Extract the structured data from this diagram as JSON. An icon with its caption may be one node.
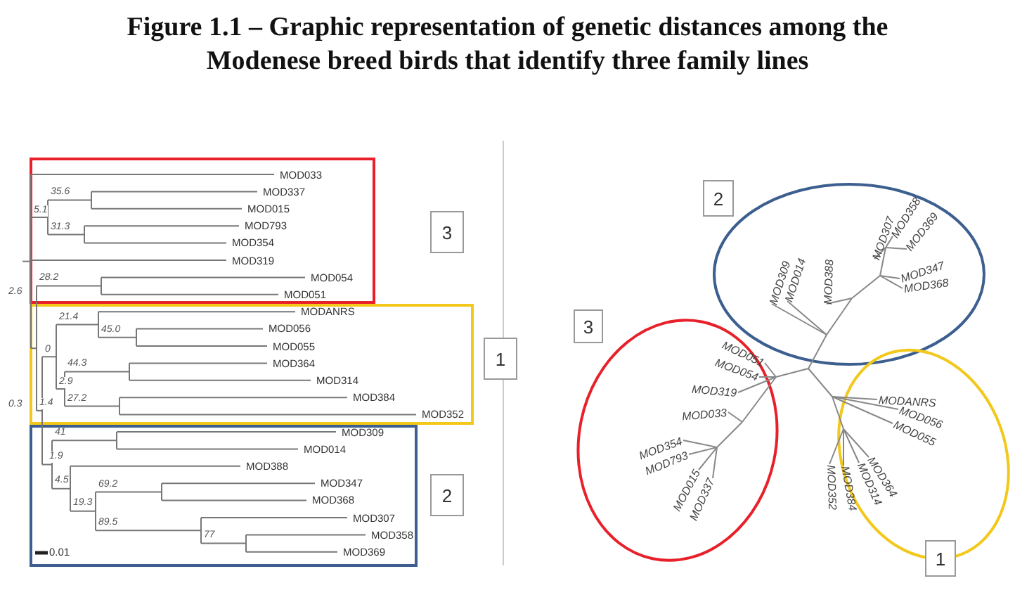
{
  "diagram": {
    "title": "Figure 1.1 – Graphic representation of genetic distances among the Modenese breed birds that identify three family lines",
    "nodes": [
      {
        "text": [
          "3"
        ]
      },
      {
        "text": [
          "1"
        ]
      },
      {
        "text": [
          "2"
        ]
      },
      {
        "text": [
          "2"
        ]
      },
      {
        "text": [
          "3"
        ]
      },
      {
        "text": [
          "1"
        ]
      }
    ],
    "labels": [
      "MOD033",
      "35.6",
      "MOD337",
      "5.1",
      "MOD015",
      "31.3",
      "MOD793",
      "MOD354",
      "MOD319",
      "28.2",
      "MOD054",
      "2.6",
      "MOD051",
      "21.4",
      "MODANRS",
      "45.0",
      "MOD056",
      "1.4",
      "0",
      "MOD055",
      "44.3",
      "MOD364",
      "2.9",
      "MOD314",
      "0.3",
      "27.2",
      "MOD384",
      "MOD352",
      "41",
      "MOD309",
      "MOD014",
      "1.9",
      "MOD388",
      "4.5",
      "69.2",
      "MOD347",
      "19.3",
      "MOD368",
      "89.5",
      "MOD307",
      "77",
      "MOD358",
      "0.01",
      "MOD369",
      "MOD014",
      "MOD309",
      "MOD388",
      "MOD307",
      "MOD358",
      "MOD369",
      "MOD347",
      "MOD368",
      "MOD051",
      "MOD054",
      "MOD319",
      "MODANRS",
      "MOD033",
      "MOD056",
      "MOD055",
      "MOD354",
      "MOD793",
      "MOD015",
      "MOD337",
      "MOD352",
      "MOD384",
      "MOD314",
      "MOD364"
    ]
  }
}
